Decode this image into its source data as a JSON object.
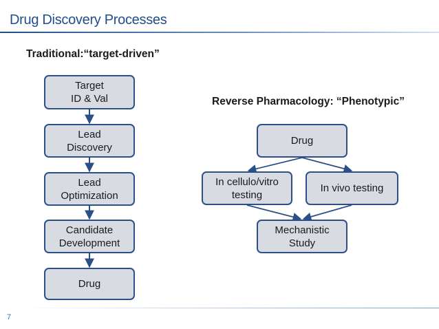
{
  "slide": {
    "title": "Drug Discovery Processes",
    "page_number": "7"
  },
  "traditional": {
    "heading": "Traditional:“target-driven”",
    "steps": [
      "Target\nID & Val",
      "Lead\nDiscovery",
      "Lead\nOptimization",
      "Candidate\nDevelopment",
      "Drug"
    ]
  },
  "reverse": {
    "heading": "Reverse Pharmacology: “Phenotypic”",
    "drug": "Drug",
    "in_cellulo": "In cellulo/vitro\ntesting",
    "in_vivo": "In vivo testing",
    "mechanistic": "Mechanistic\nStudy"
  },
  "colors": {
    "box_fill": "#d9dbe3",
    "box_border": "#2b4f86",
    "arrow": "#2b4f86",
    "title": "#1f4e8c"
  }
}
